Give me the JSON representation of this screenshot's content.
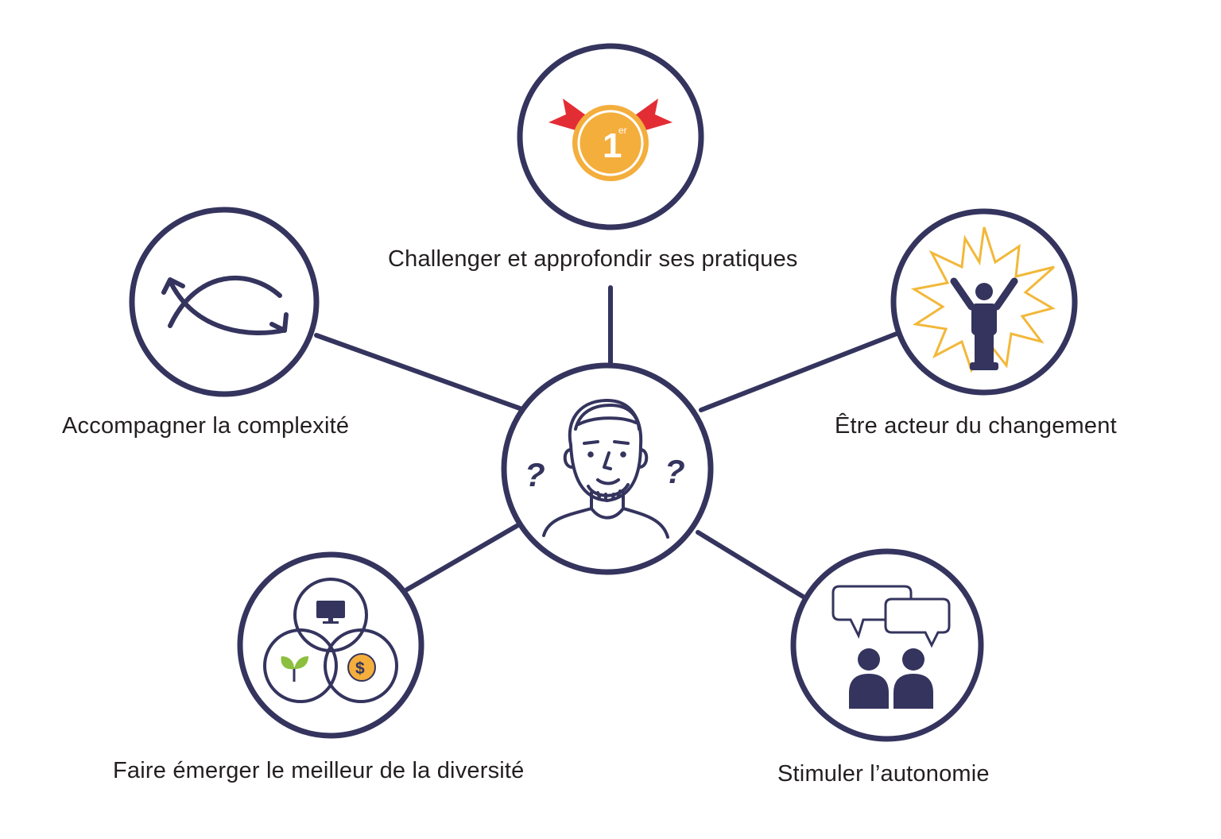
{
  "colors": {
    "navy": "#34345e",
    "gold": "#f4ae3c",
    "gold_outline": "#f2b83a",
    "red": "#e32d35",
    "green": "#8cbf3f",
    "white": "#ffffff",
    "text": "#231f20"
  },
  "center": {
    "icon": "person-thinking-icon",
    "question_mark": "?"
  },
  "nodes": {
    "top": {
      "label": "Challenger et approfondir ses pratiques",
      "icon": "first-place-medal-icon",
      "medal_number": "1",
      "medal_suffix": "er"
    },
    "left": {
      "label": "Accompagner la complexité",
      "icon": "crossing-arrows-icon"
    },
    "right": {
      "label": "Être acteur du changement",
      "icon": "person-burst-icon"
    },
    "bottom_left": {
      "label": "Faire émerger le meilleur de la diversité",
      "icon": "venn-diversity-icon",
      "dollar": "$"
    },
    "bottom_right": {
      "label": "Stimuler l’autonomie",
      "icon": "two-people-chat-icon"
    }
  }
}
